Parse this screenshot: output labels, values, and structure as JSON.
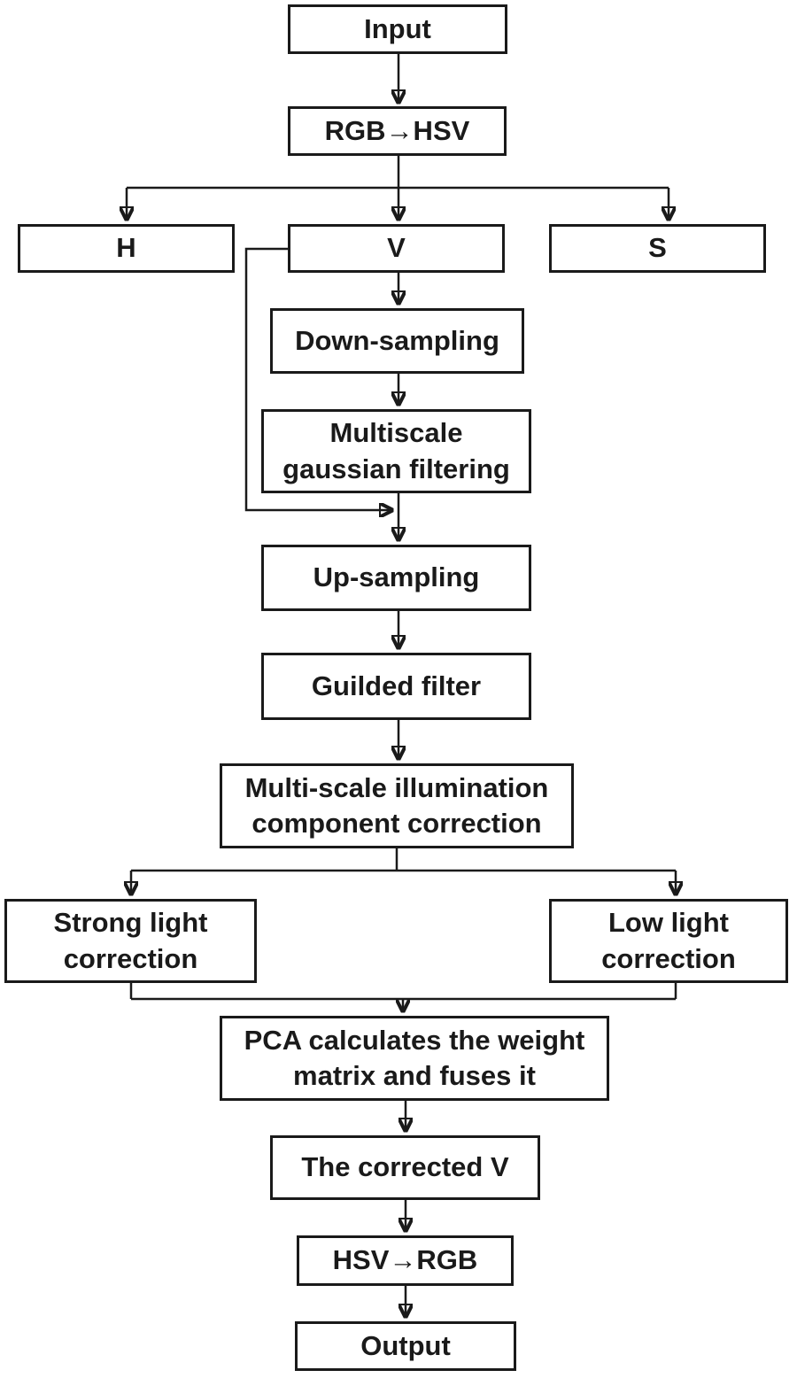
{
  "colors": {
    "background": "#ffffff",
    "box_border": "#1a1a1a",
    "text": "#1a1a1a",
    "connector": "#1a1a1a"
  },
  "diagram": {
    "type": "flowchart",
    "nodes": {
      "input": {
        "label": "Input"
      },
      "rgb_to_hsv": {
        "label": "RGB→HSV"
      },
      "h_channel": {
        "label": "H"
      },
      "v_channel": {
        "label": "V"
      },
      "s_channel": {
        "label": "S"
      },
      "down_sampling": {
        "label": "Down-sampling"
      },
      "multiscale_gaussian": {
        "label": "Multiscale\ngaussian filtering"
      },
      "up_sampling": {
        "label": "Up-sampling"
      },
      "guided_filter": {
        "label": "Guilded filter"
      },
      "illumination_correction": {
        "label": "Multi-scale illumination\ncomponent correction"
      },
      "strong_light_correction": {
        "label": "Strong light\ncorrection"
      },
      "low_light_correction": {
        "label": "Low light\ncorrection"
      },
      "pca_fusion": {
        "label": "PCA calculates the weight\nmatrix and fuses it"
      },
      "corrected_v": {
        "label": "The corrected V"
      },
      "hsv_to_rgb": {
        "label": "HSV→RGB"
      },
      "output": {
        "label": "Output"
      }
    },
    "edges": [
      "Input → RGB→HSV",
      "RGB→HSV → H",
      "RGB→HSV → V",
      "RGB→HSV → S",
      "V → Down-sampling",
      "V → Up-sampling (bypass)",
      "Down-sampling → Multiscale gaussian filtering",
      "Multiscale gaussian filtering → Up-sampling",
      "Up-sampling → Guilded filter",
      "Guilded filter → Multi-scale illumination component correction",
      "Multi-scale illumination component correction → Strong light correction",
      "Multi-scale illumination component correction → Low light correction",
      "Strong light correction → PCA calculates the weight matrix and fuses it",
      "Low light correction → PCA calculates the weight matrix and fuses it",
      "PCA calculates the weight matrix and fuses it → The corrected V",
      "The corrected V → HSV→RGB",
      "HSV→RGB → Output"
    ]
  }
}
